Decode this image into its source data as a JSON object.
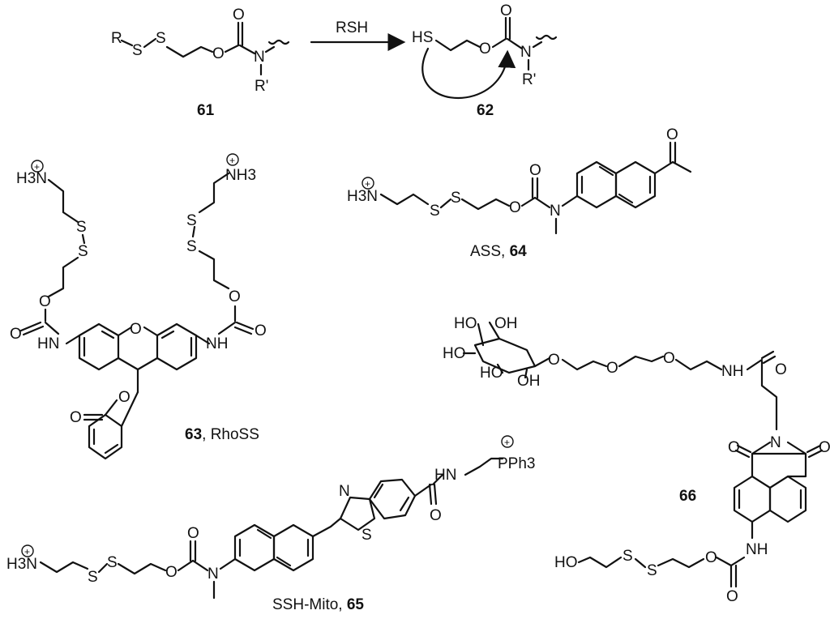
{
  "reaction": {
    "reagent": "RSH",
    "start_label": "61",
    "product_label": "62"
  },
  "atoms": {
    "R": "R",
    "S": "S",
    "O": "O",
    "N": "N",
    "R_prime": "R'",
    "HS": "HS",
    "HN": "HN",
    "NH": "NH",
    "HO": "HO",
    "OH": "OH",
    "H3N": "H3N",
    "NH3": "NH3",
    "PPh3": "PPh3",
    "plus": "+"
  },
  "compounds": {
    "c63": {
      "number": "63",
      "name": ", RhoSS"
    },
    "c64": {
      "name": "ASS, ",
      "number": "64"
    },
    "c65": {
      "name": "SSH-Mito, ",
      "number": "65"
    },
    "c66": {
      "number": "66"
    }
  }
}
